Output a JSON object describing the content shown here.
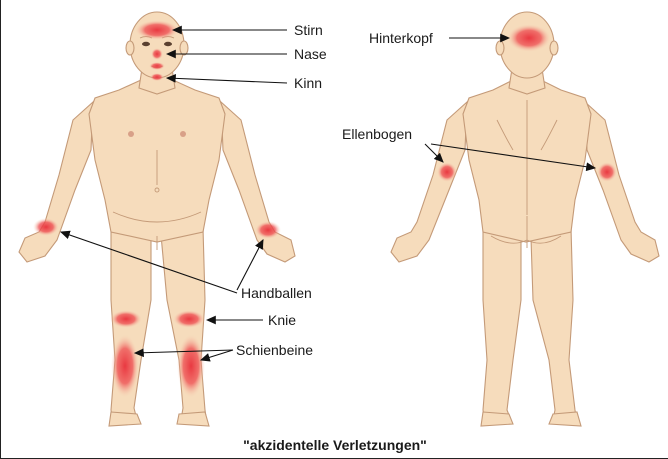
{
  "labels": {
    "stirn": "Stirn",
    "nase": "Nase",
    "kinn": "Kinn",
    "hinterkopf": "Hinterkopf",
    "ellenbogen": "Ellenbogen",
    "handballen": "Handballen",
    "knie": "Knie",
    "schienbeine": "Schienbeine"
  },
  "caption": "\"akzidentelle Verletzungen\"",
  "colors": {
    "skin": "#f6dcbc",
    "outline": "#c49a78",
    "injury": "#e8303a",
    "text": "#1a1a1a"
  }
}
